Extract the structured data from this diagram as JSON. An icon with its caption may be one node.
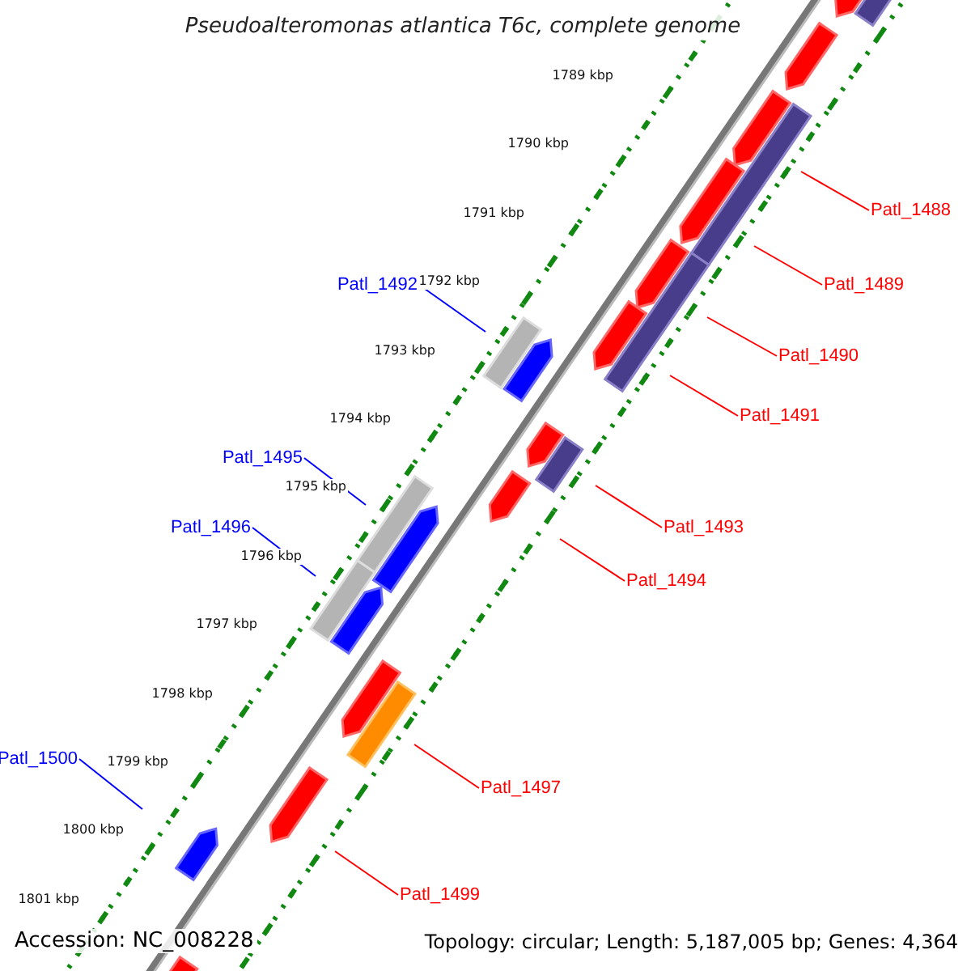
{
  "diagram": {
    "title": "Pseudoalteromonas atlantica T6c, complete genome",
    "nodes": [
      {
        "text": [
          "Patl_1488"
        ]
      },
      {
        "text": [
          "Patl_1489"
        ]
      },
      {
        "text": [
          "Patl_1492"
        ]
      },
      {
        "text": [
          "Patl_1490"
        ]
      },
      {
        "text": [
          "Patl_1491"
        ]
      },
      {
        "text": [
          "Patl_1495"
        ]
      },
      {
        "text": [
          "Patl_1493"
        ]
      },
      {
        "text": [
          "Patl_1496"
        ]
      },
      {
        "text": [
          "Patl_1494"
        ]
      },
      {
        "text": [
          "Patl_1500"
        ]
      },
      {
        "text": [
          "Patl_1497"
        ]
      },
      {
        "text": [
          "Patl_1499"
        ]
      }
    ],
    "edges": [
      {
        "from": 0,
        "to": null,
        "arrow": "none"
      },
      {
        "from": 1,
        "to": null,
        "arrow": "none"
      },
      {
        "from": 2,
        "to": null,
        "arrow": "none",
        "color": "#0000ff"
      },
      {
        "from": 3,
        "to": null,
        "arrow": "none"
      },
      {
        "from": 4,
        "to": null,
        "arrow": "none"
      },
      {
        "from": 5,
        "to": null,
        "arrow": "none",
        "color": "#0000ff"
      },
      {
        "from": 6,
        "to": null,
        "arrow": "none"
      },
      {
        "from": 7,
        "to": null,
        "arrow": "none",
        "color": "#0000ff"
      },
      {
        "from": 8,
        "to": null,
        "arrow": "none"
      },
      {
        "from": 9,
        "to": null,
        "arrow": "none",
        "color": "#0000ff"
      },
      {
        "from": 10,
        "to": null,
        "arrow": "none"
      },
      {
        "from": 11,
        "to": null,
        "arrow": "none"
      }
    ],
    "labels": [
      "1789 kbp",
      "1790 kbp",
      "1791 kbp",
      "1792 kbp",
      "1793 kbp",
      "1794 kbp",
      "1795 kbp",
      "1796 kbp",
      "1797 kbp",
      "1798 kbp",
      "1799 kbp",
      "1800 kbp",
      "1801 kbp",
      "Accession: NC_008228",
      "Topology: circular; Length: 5,187,005 bp; Genes: 4,364"
    ]
  }
}
